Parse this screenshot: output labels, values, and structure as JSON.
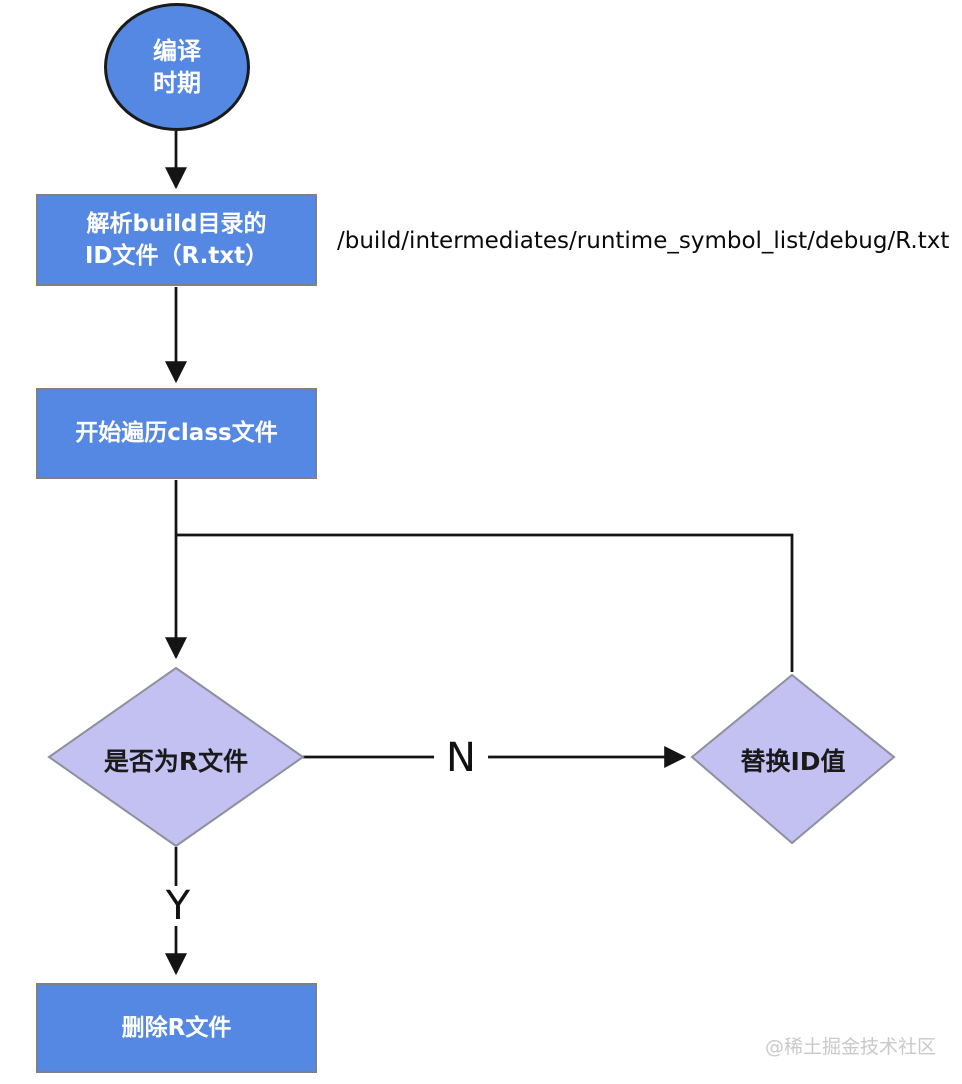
{
  "diagram": {
    "title_hint": "R file inline flow at compile time",
    "nodes": {
      "start": {
        "type": "terminator",
        "label": "编译\n时期"
      },
      "parse_r_txt": {
        "type": "process",
        "label": "解析build目录的\nID文件（R.txt）"
      },
      "iterate_class": {
        "type": "process",
        "label": "开始遍历class文件"
      },
      "is_r_file": {
        "type": "decision",
        "label": "是否为R文件"
      },
      "replace_id": {
        "type": "decision",
        "label": "替换ID值"
      },
      "delete_r_file": {
        "type": "process",
        "label": "删除R文件"
      }
    },
    "edges": {
      "no_label": "N",
      "yes_label": "Y"
    },
    "annotations": {
      "r_txt_path": "/build/intermediates/runtime_symbol_list/debug/R.txt",
      "watermark": "@稀土掘金技术社区"
    },
    "colors": {
      "node_fill_blue": "#5588E3",
      "node_border_gray": "#808080",
      "terminator_border": "#1a1a1a",
      "decision_fill": "#C2C1F2",
      "decision_border": "#8F8F9E",
      "connector": "#141414",
      "node_text": "#ffffff",
      "decision_text": "#1a1a1a",
      "watermark_text": "#c9c9c9"
    }
  }
}
